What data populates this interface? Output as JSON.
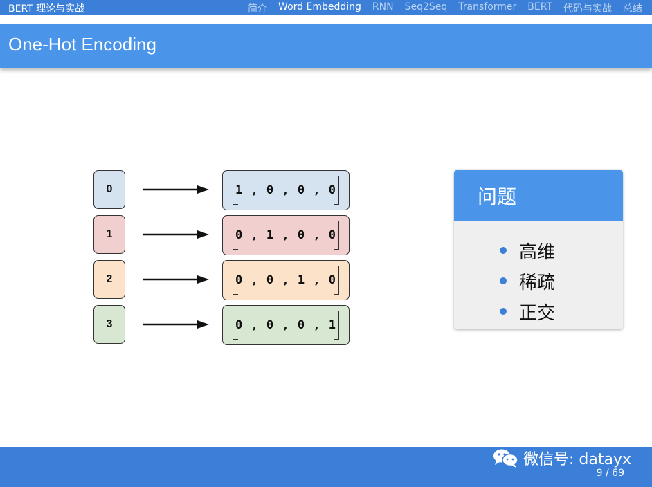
{
  "header": {
    "brand": "BERT 理论与实战",
    "nav": [
      "简介",
      "Word Embedding",
      "RNN",
      "Seq2Seq",
      "Transformer",
      "BERT",
      "代码与实战",
      "总结"
    ],
    "active_nav": "Word Embedding"
  },
  "slide": {
    "title": "One-Hot Encoding"
  },
  "diagram": {
    "rows": [
      {
        "index": "0",
        "vector": "1 , 0 , 0 , 0",
        "color": "#d5e3f0"
      },
      {
        "index": "1",
        "vector": "0 , 1 , 0 , 0",
        "color": "#f2cfcf"
      },
      {
        "index": "2",
        "vector": "0 , 0 , 1 , 0",
        "color": "#fbe2c9"
      },
      {
        "index": "3",
        "vector": "0 , 0 , 0 , 1",
        "color": "#d7e7d2"
      }
    ]
  },
  "card": {
    "title": "问题",
    "items": [
      "高维",
      "稀疏",
      "正交"
    ]
  },
  "footer": {
    "watermark": "微信号: datayx",
    "page": "9 / 69"
  },
  "colors": {
    "accent": "#4a94ea",
    "nav_bar": "#3c7fd8"
  }
}
